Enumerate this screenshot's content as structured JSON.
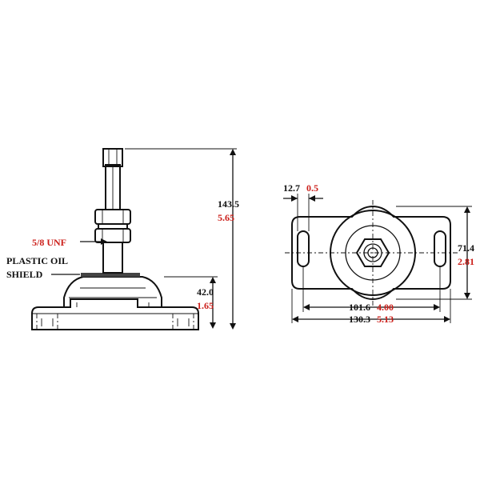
{
  "side_view": {
    "thread_label": "5/8 UNF",
    "shield_label_line1": "PLASTIC OIL",
    "shield_label_line2": "SHIELD",
    "height_total_mm": "143.5",
    "height_total_in": "5.65",
    "height_base_mm": "42.0",
    "height_base_in": "1.65"
  },
  "top_view": {
    "slot_width_mm": "12.7",
    "slot_width_in": "0.5",
    "width_mm": "71.4",
    "width_in": "2.81",
    "hole_spacing_mm": "101.6",
    "hole_spacing_in": "4.00",
    "length_mm": "130.3",
    "length_in": "5.13"
  },
  "colors": {
    "line": "#111111",
    "metric_text": "#111111",
    "imperial_text": "#cc1f1a",
    "background": "#ffffff"
  }
}
